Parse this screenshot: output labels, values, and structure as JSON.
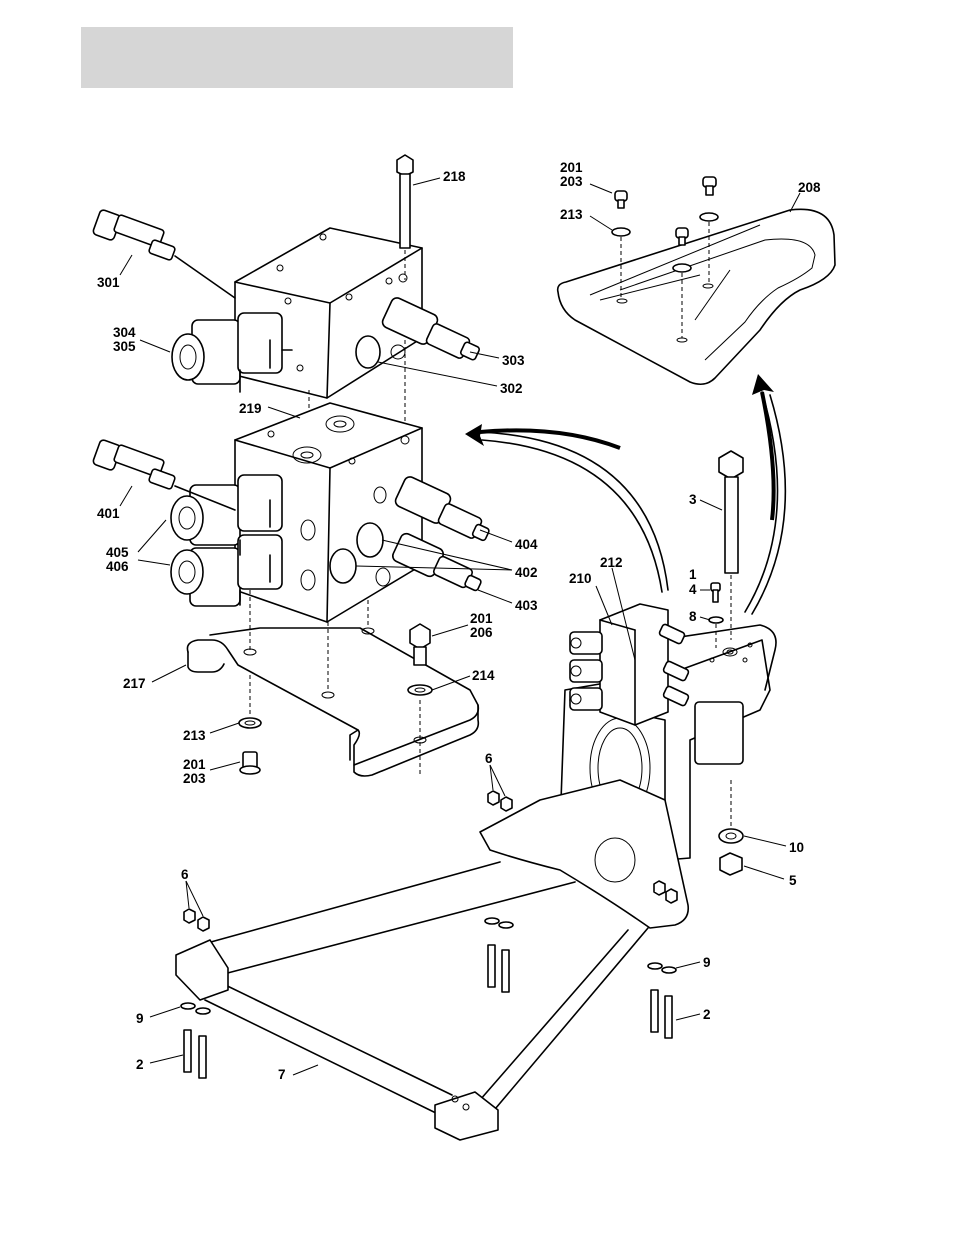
{
  "colors": {
    "header_bar": "#d6d6d6",
    "line": "#000000",
    "background": "#ffffff"
  },
  "callouts": {
    "c218": "218",
    "c201a": "201",
    "c203a": "203",
    "c208": "208",
    "c213a": "213",
    "c301": "301",
    "c304": "304",
    "c305": "305",
    "c303": "303",
    "c302": "302",
    "c219": "219",
    "c401": "401",
    "c405": "405",
    "c406": "406",
    "c404": "404",
    "c402": "402",
    "c403": "403",
    "c201b": "201",
    "c206": "206",
    "c214": "214",
    "c217": "217",
    "c213b": "213",
    "c201c": "201",
    "c203c": "203",
    "c3": "3",
    "c212": "212",
    "c210": "210",
    "c1": "1",
    "c4": "4",
    "c8": "8",
    "c6a": "6",
    "c10": "10",
    "c5": "5",
    "c6b": "6",
    "c9a": "9",
    "c9b": "9",
    "c2a": "2",
    "c2b": "2",
    "c7": "7"
  }
}
